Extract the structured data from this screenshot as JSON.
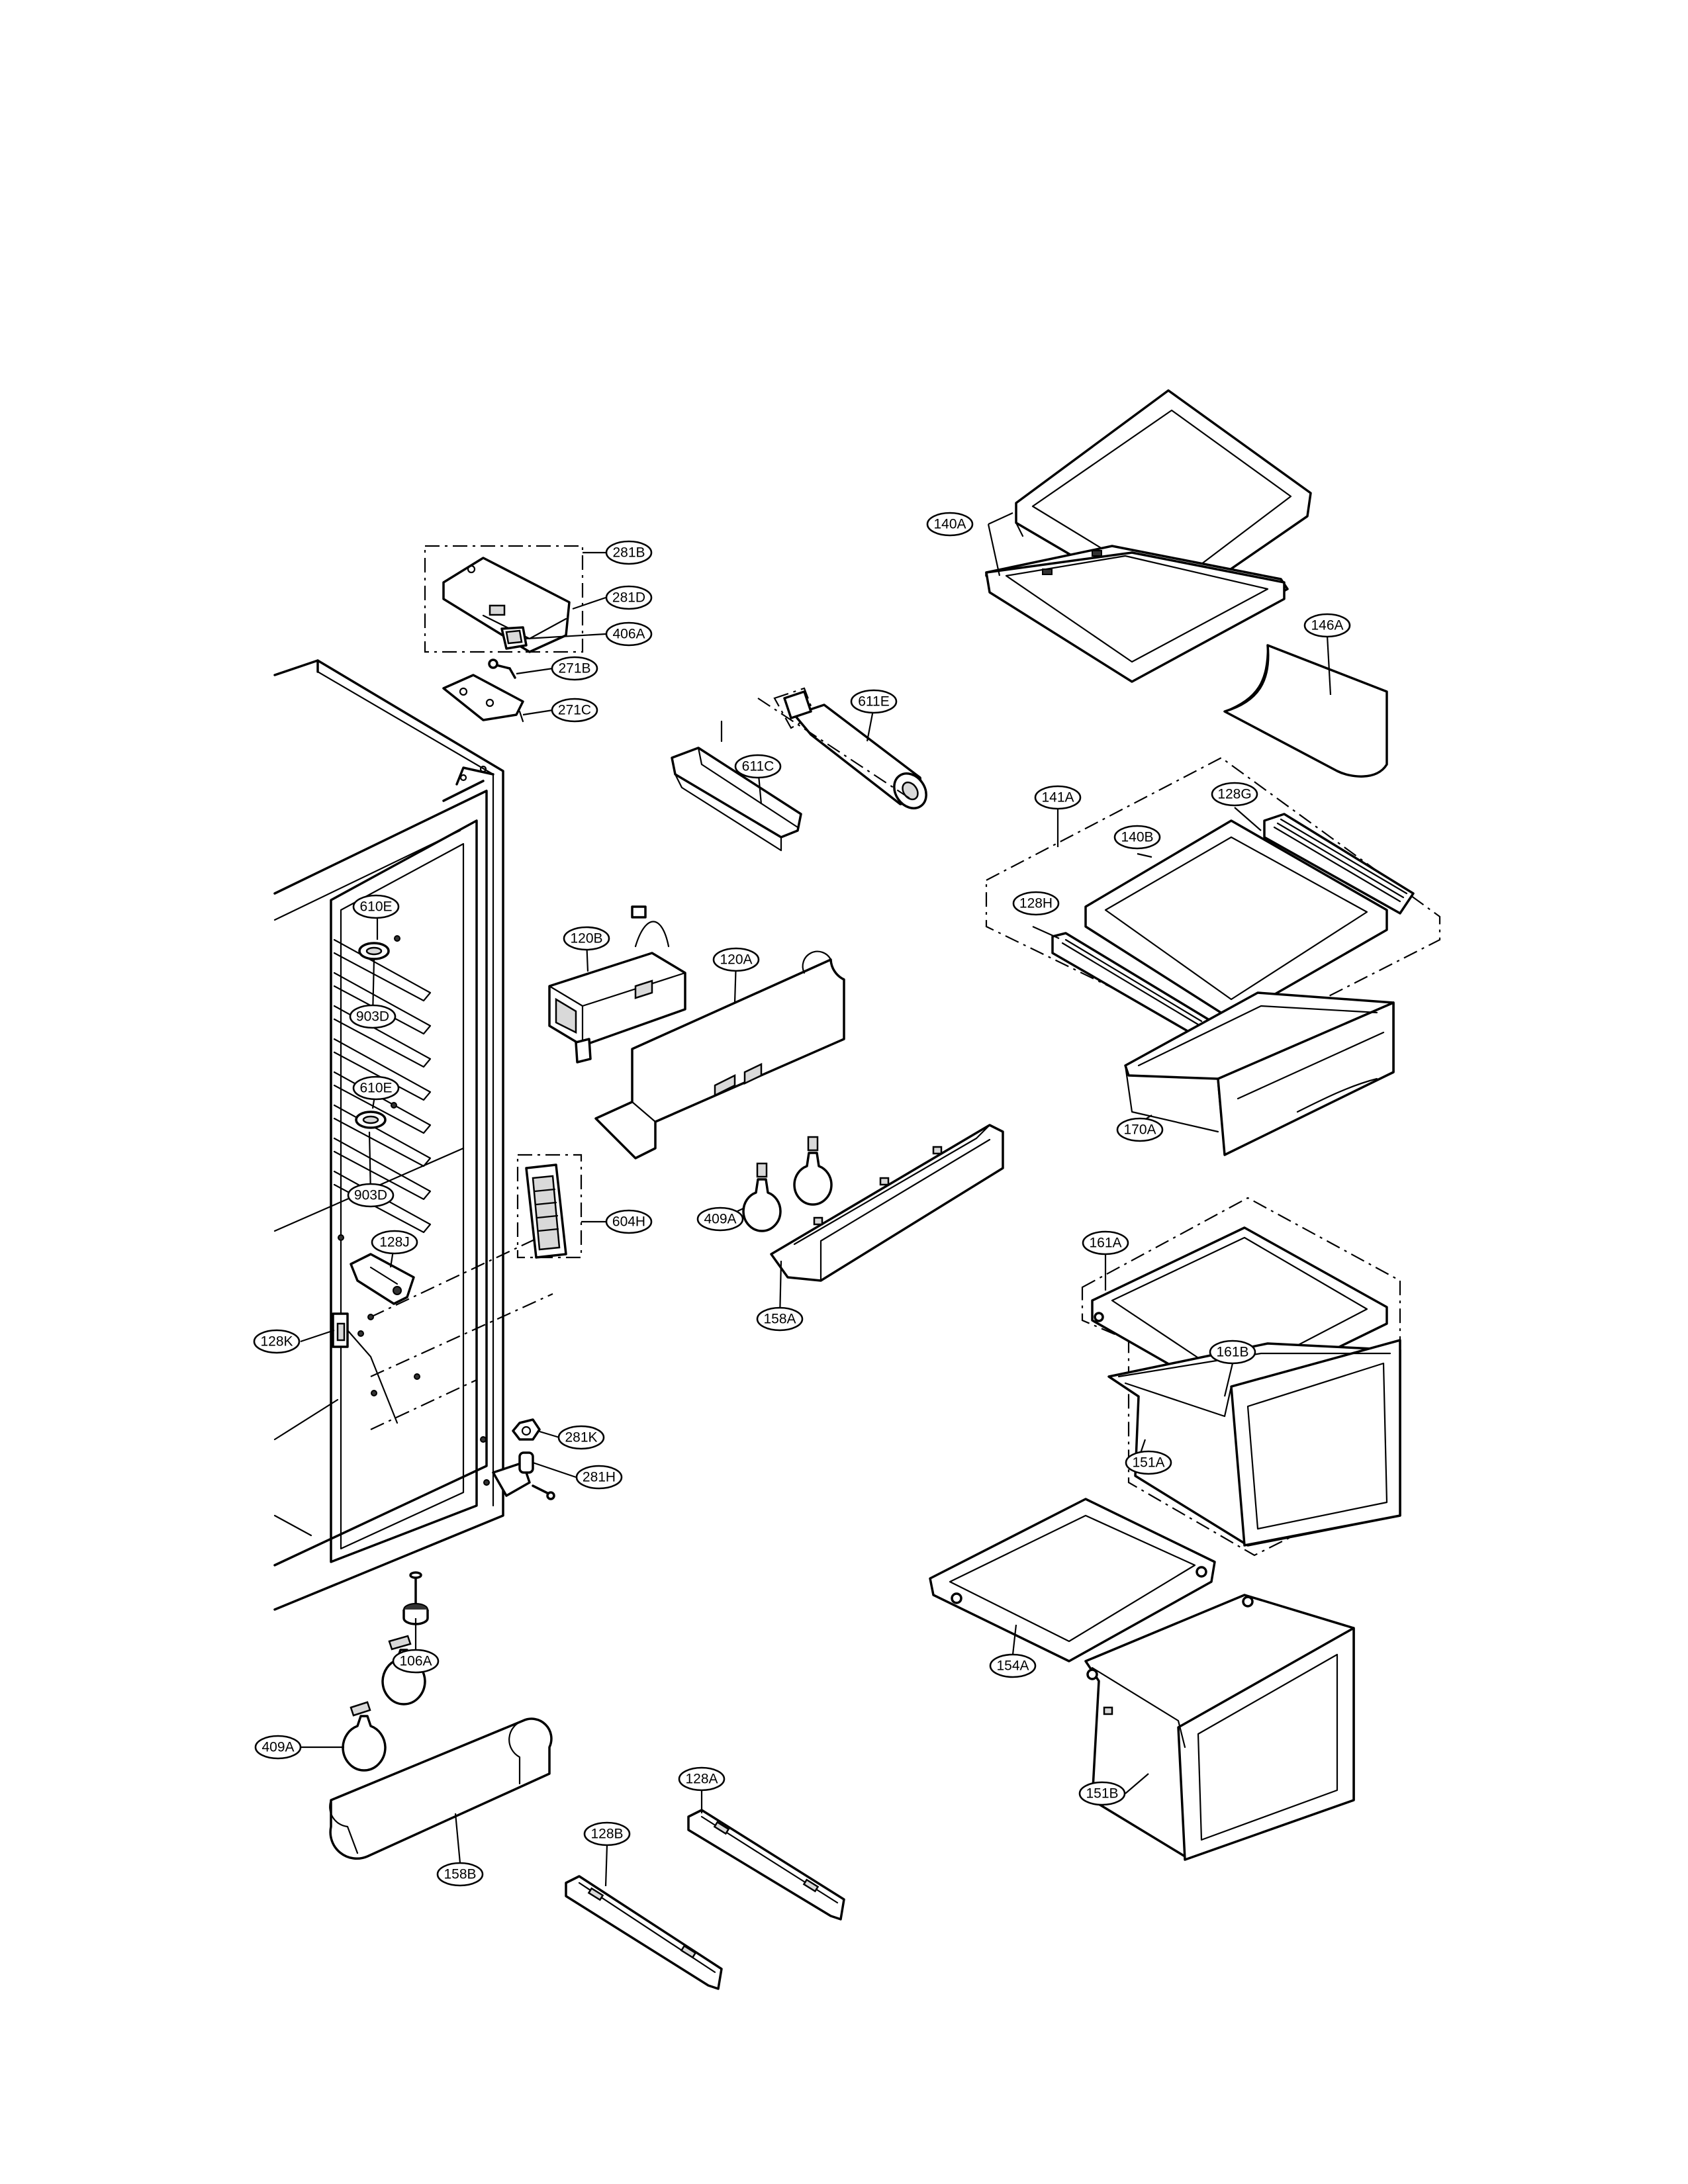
{
  "callouts": [
    {
      "id": "c140A",
      "label": "140A"
    },
    {
      "id": "c146A",
      "label": "146A"
    },
    {
      "id": "c141A",
      "label": "141A"
    },
    {
      "id": "c128G",
      "label": "128G"
    },
    {
      "id": "c140B",
      "label": "140B"
    },
    {
      "id": "c128H",
      "label": "128H"
    },
    {
      "id": "c170A",
      "label": "170A"
    },
    {
      "id": "c161A",
      "label": "161A"
    },
    {
      "id": "c161B",
      "label": "161B"
    },
    {
      "id": "c151A",
      "label": "151A"
    },
    {
      "id": "c154A",
      "label": "154A"
    },
    {
      "id": "c151B",
      "label": "151B"
    },
    {
      "id": "c281B",
      "label": "281B"
    },
    {
      "id": "c281D",
      "label": "281D"
    },
    {
      "id": "c406A",
      "label": "406A"
    },
    {
      "id": "c271B",
      "label": "271B"
    },
    {
      "id": "c271C",
      "label": "271C"
    },
    {
      "id": "c611E",
      "label": "611E"
    },
    {
      "id": "c611C",
      "label": "611C"
    },
    {
      "id": "c120B",
      "label": "120B"
    },
    {
      "id": "c120A",
      "label": "120A"
    },
    {
      "id": "c409A_1",
      "label": "409A"
    },
    {
      "id": "c158A",
      "label": "158A"
    },
    {
      "id": "c610E_1",
      "label": "610E"
    },
    {
      "id": "c903D_1",
      "label": "903D"
    },
    {
      "id": "c610E_2",
      "label": "610E"
    },
    {
      "id": "c903D_2",
      "label": "903D"
    },
    {
      "id": "c604H",
      "label": "604H"
    },
    {
      "id": "c128J",
      "label": "128J"
    },
    {
      "id": "c128K",
      "label": "128K"
    },
    {
      "id": "c281K",
      "label": "281K"
    },
    {
      "id": "c281H",
      "label": "281H"
    },
    {
      "id": "c106A",
      "label": "106A"
    },
    {
      "id": "c409A_2",
      "label": "409A"
    },
    {
      "id": "c158B",
      "label": "158B"
    },
    {
      "id": "c128A",
      "label": "128A"
    },
    {
      "id": "c128B",
      "label": "128B"
    }
  ]
}
